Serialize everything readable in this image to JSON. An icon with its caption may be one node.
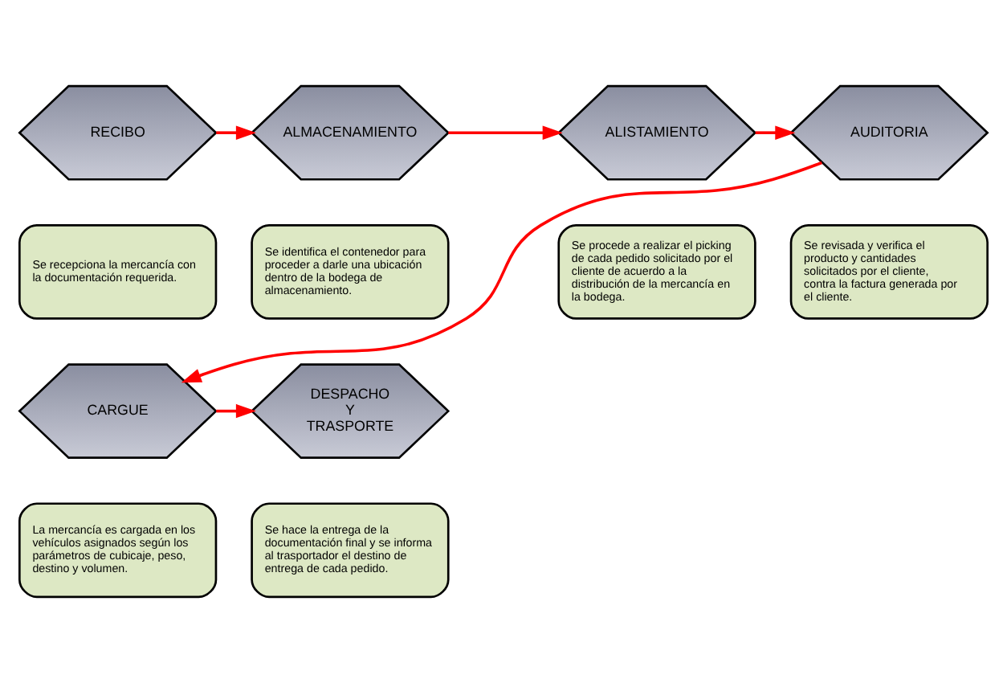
{
  "diagram": {
    "nodes": [
      {
        "text": [
          "RECIBO"
        ]
      },
      {
        "text": [
          "ALMACENAMIENTO"
        ]
      },
      {
        "text": [
          "ALISTAMIENTO"
        ]
      },
      {
        "text": [
          "AUDITORIA"
        ]
      },
      {
        "text": [
          "Se recepciona la mercancía con la documentación requerida."
        ]
      },
      {
        "text": [
          "Se identifica el contenedor para proceder a darle una ubicación dentro de la bodega de almacenamiento."
        ]
      },
      {
        "text": [
          "Se procede a realizar el picking de cada pedido solicitado por el cliente de acuerdo a la distribución de la mercancía en la bodega."
        ]
      },
      {
        "text": [
          "Se revisada y verifica el producto y cantidades solicitados por el cliente, contra la factura generada por el cliente."
        ]
      },
      {
        "text": [
          "CARGUE"
        ]
      },
      {
        "text": [
          "DESPACHO Y TRASPORTE"
        ]
      },
      {
        "text": [
          "La mercancía es cargada en los vehículos asignados según los parámetros de cubicaje, peso, destino y volumen."
        ]
      },
      {
        "text": [
          "Se hace la entrega de la documentación final y se informa  al trasportador el destino de entrega de cada pedido."
        ]
      }
    ],
    "edges": [
      {
        "from": 0,
        "to": 1,
        "arrow": "to"
      },
      {
        "from": 1,
        "to": 2,
        "arrow": "to"
      },
      {
        "from": 2,
        "to": 3,
        "arrow": "to"
      },
      {
        "from": 3,
        "to": 8,
        "arrow": "to"
      },
      {
        "from": 8,
        "to": 9,
        "arrow": "to"
      }
    ]
  }
}
